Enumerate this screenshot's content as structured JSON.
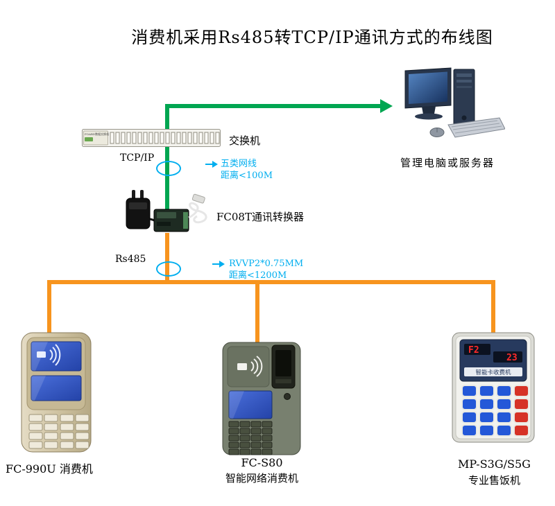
{
  "title": "消费机采用Rs485转TCP/IP通讯方式的布线图",
  "colors": {
    "green_line": "#00a651",
    "orange_line": "#f7941e",
    "cyan_annotation": "#00aeef"
  },
  "connections": {
    "tcpip_label": "TCP/IP",
    "cat5_note_line1": "五类网线",
    "cat5_note_line2": "距离<100M",
    "rs485_label": "Rs485",
    "rs485_note_line1": "RVVP2*0.75MM",
    "rs485_note_line2": "距离<1200M"
  },
  "devices": {
    "switch": {
      "label": "交换机",
      "panel_text": "POARD数据交换机"
    },
    "computer": {
      "label": "管理电脑或服务器"
    },
    "converter": {
      "label": "FC08T通讯转换器"
    },
    "fc990u": {
      "label": "FC-990U 消费机"
    },
    "fcs80": {
      "model": "FC-S80",
      "label": "智能网络消费机"
    },
    "mp": {
      "model": "MP-S3G/S5G",
      "label": "专业售饭机",
      "display_mode": "F2",
      "display_value": "23",
      "panel_text": "智能卡收费机"
    }
  }
}
